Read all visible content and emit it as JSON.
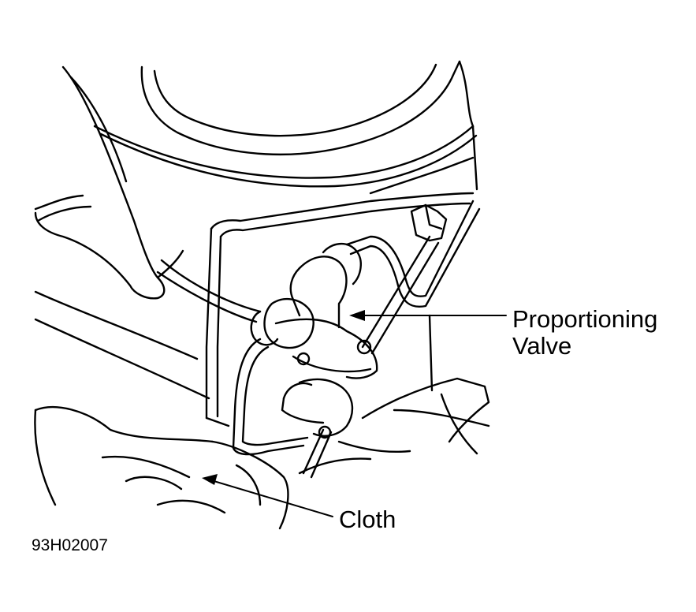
{
  "labels": {
    "proportioning_valve_line1": "Proportioning",
    "proportioning_valve_line2": "Valve",
    "cloth": "Cloth",
    "figure_id": "93H02007"
  },
  "colors": {
    "ink": "#000000",
    "paper": "#ffffff"
  }
}
